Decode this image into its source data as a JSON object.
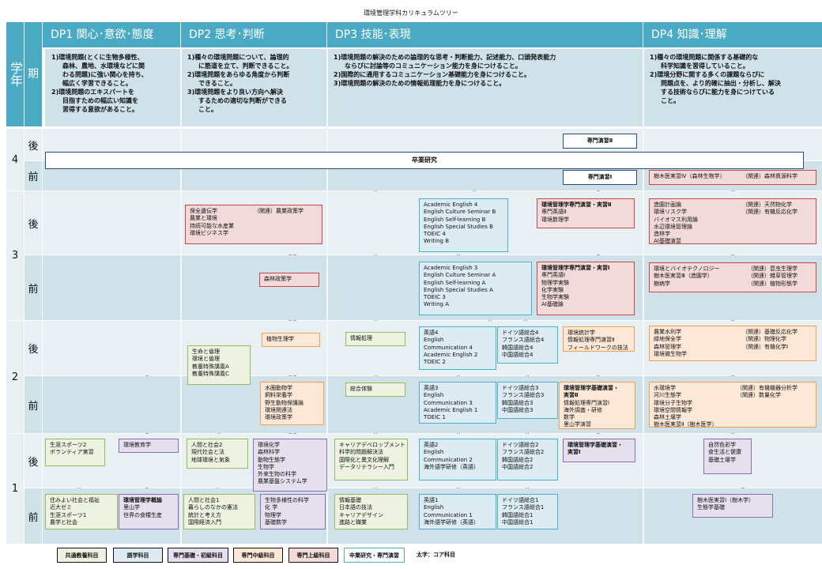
{
  "title": "環境管理学科カリキュラムツリー",
  "header": {
    "year": "学年",
    "term": "期"
  },
  "dp": [
    {
      "label": "DP1 関心･意欲･態度",
      "desc": [
        "1)環境問題(とくに生物多様性、",
        "森林、農地、水環境などに関",
        "わる問題)に強い関心を持ち、",
        "幅広く学習できること。",
        "2)環境問題のエキスパートを",
        "目指すための幅広い知識を",
        "習得する意欲があること。"
      ],
      "first": [
        0,
        4
      ]
    },
    {
      "label": "DP2 思考･判断",
      "desc": [
        "1)種々の環境問題について、論理的",
        "に筋道を立て、判断できること。",
        "2)環境問題をあらゆる角度から判断",
        "できること。",
        "3)環境問題をより良い方向へ解決",
        "するための適切な判断ができる",
        "こと。"
      ],
      "first": [
        0,
        2,
        4
      ]
    },
    {
      "label": "DP3 技能･表現",
      "desc": [
        "1)環境問題の解決のための論理的な思考・判断能力、記述能力、口頭発表能力",
        "ならびに討論等のコミュニケーション能力を身につけること。",
        "2)国際的に通用するコミュニケーション基礎能力を身につけること。",
        "3)環境問題の解決のための情報処理能力を身につけること。"
      ],
      "first": [
        0,
        2,
        3
      ]
    },
    {
      "label": "DP4 知識･理解",
      "desc": [
        "1)種々の環境問題に関係する基礎的な",
        "科学知識を習得していること。",
        "2)環境分野に関する多くの課題ならびに",
        "問題点を、より的確に抽出・分析し、解決",
        "する技術ならびに能力を身につけている",
        "こと。"
      ],
      "first": [
        0,
        2
      ]
    }
  ],
  "years": [
    "4",
    "3",
    "2",
    "1"
  ],
  "terms": {
    "late": "後",
    "early": "前"
  },
  "colors": {
    "header": "#4aaac4",
    "general": "#9aba5a",
    "language": "#4ab0cc",
    "basic": "#8a70ac",
    "intermediate": "#f4a050",
    "advanced": "#c84848",
    "research": "#2a4a7a",
    "connector": "#b3a2cb"
  },
  "boxes": [
    {
      "id": "sotsuken",
      "cat": "research",
      "lines": [
        "卒業研究"
      ]
    },
    {
      "id": "senmon2",
      "cat": "research",
      "lines": [
        "専門演習Ⅱ"
      ]
    },
    {
      "id": "senmon1",
      "cat": "research",
      "lines": [
        "専門演習Ⅰ"
      ]
    },
    {
      "id": "jumoku4",
      "cat": "adv",
      "lines": [
        "樹木医実習Ⅳ（森林生物学）"
      ],
      "related": [
        "（関連）森林資源科学"
      ]
    },
    {
      "id": "hozen",
      "cat": "adv",
      "lines": [
        "保全遺伝学",
        "農業と環境",
        "持続可能な水産業",
        "環境ビジネス学"
      ],
      "related": [
        "（関連）農業政策学"
      ]
    },
    {
      "id": "shinrinseisaku",
      "cat": "adv",
      "lines": [
        "森林政策学"
      ]
    },
    {
      "id": "ae4",
      "cat": "lang",
      "lines": [
        "Academic English 4",
        "English Culture Seminar B",
        "English Self-learning B",
        "English Special Studies B",
        "TOEIC 4",
        "Writing B"
      ]
    },
    {
      "id": "senmonjisshu2",
      "cat": "adv",
      "lines": [
        "環境管理学専門演習・実習Ⅱ",
        "専門英語Ⅱ",
        "環境数理学"
      ],
      "bold": [
        0
      ]
    },
    {
      "id": "zoen",
      "cat": "adv",
      "lines": [
        "造園計画論",
        "環境リスク学",
        "バイオマス利用論",
        "水辺環境管理論",
        "造林学",
        "AI基礎演習"
      ],
      "related": [
        "（関連）天然物化学",
        "（関連）有機反応化学"
      ]
    },
    {
      "id": "ae3",
      "cat": "lang",
      "lines": [
        "Academic English 3",
        "English Culture Seminar A",
        "English Self-learning A",
        "English Special Studies A",
        "TOEIC 3",
        "Writing A"
      ]
    },
    {
      "id": "senmonjisshu1",
      "cat": "adv",
      "lines": [
        "環境管理学専門演習・実習Ⅰ",
        "専門英語Ⅰ",
        "物理学実験",
        "化学実験",
        "生物学実験",
        "AI基礎論"
      ],
      "bold": [
        0
      ]
    },
    {
      "id": "bio",
      "cat": "adv",
      "lines": [
        "環境とバイオテクノロジー",
        "樹木医実習Ⅲ（造園学）",
        "樹病学"
      ],
      "related": [
        "（関連）昆虫生理学",
        "（関連）雑草管理学",
        "（関連）植物形態学"
      ]
    },
    {
      "id": "shokubutsuseiri",
      "cat": "mid",
      "lines": [
        "植物生理学"
      ]
    },
    {
      "id": "johoshori",
      "cat": "general",
      "lines": [
        "情報処理"
      ]
    },
    {
      "id": "seimei",
      "cat": "general",
      "lines": [
        "生命と倫理",
        "環境と倫理",
        "教養特殊講義A",
        "教養特殊講義C"
      ]
    },
    {
      "id": "eigo4",
      "cat": "lang",
      "lines": [
        "英語4",
        "English",
        "Communication 4",
        "Academic English 2",
        "TOEIC 2"
      ]
    },
    {
      "id": "doitsu4",
      "cat": "lang",
      "lines": [
        "ドイツ語総合4",
        "フランス語総合4",
        "韓国語総合4",
        "中国語総合4"
      ]
    },
    {
      "id": "tokei",
      "cat": "mid",
      "lines": [
        "環境統計学",
        "情報処理専門演習Ⅱ",
        "フィールドワークの技法"
      ]
    },
    {
      "id": "nogyosuiri",
      "cat": "mid",
      "lines": [
        "農業水利学",
        "緑地保全学",
        "森林管理学",
        "環境微生物学"
      ],
      "related": [
        "（関連）基礎反応化学",
        "（関連）物理化学",
        "（関連）有機化学Ⅰ"
      ]
    },
    {
      "id": "suiken",
      "cat": "mid",
      "lines": [
        "水圏動物学",
        "飼料栄養学",
        "野生動物保護論",
        "環境関連法",
        "環境政策学"
      ]
    },
    {
      "id": "sogotaiken",
      "cat": "general",
      "lines": [
        "総合体験"
      ]
    },
    {
      "id": "eigo3",
      "cat": "lang",
      "lines": [
        "英語3",
        "English",
        "Communication 3",
        "Academic English 1",
        "TOEIC 1"
      ]
    },
    {
      "id": "doitsu3",
      "cat": "lang",
      "lines": [
        "ドイツ語総合3",
        "フランス語総合3",
        "韓国語総合3",
        "中国語総合3"
      ]
    },
    {
      "id": "kisojisshu2",
      "cat": "mid",
      "lines": [
        "環境管理学基礎演習・",
        "実習Ⅱ",
        "情報処理専門演習Ⅰ",
        "海外調査・研修",
        "数学",
        "里山学演習"
      ],
      "bold": [
        0,
        1
      ]
    },
    {
      "id": "mizukankyo",
      "cat": "mid",
      "lines": [
        "水環境学",
        "河川生態学",
        "環境分子生物学",
        "環境空間情報学",
        "森林土壌学",
        "樹木医実習Ⅱ（樹木医学）"
      ],
      "related": [
        "（関連）有機機器分析学",
        "（関連）数量化学"
      ]
    },
    {
      "id": "sports2",
      "cat": "general",
      "lines": [
        "生涯スポーツ2",
        "ボランティア実習"
      ]
    },
    {
      "id": "kankyokyoiku",
      "cat": "basic",
      "lines": [
        "環境教育学"
      ]
    },
    {
      "id": "ningen2",
      "cat": "general",
      "lines": [
        "人間と社会2",
        "現代社会と法",
        "地球環境と気象"
      ]
    },
    {
      "id": "kankyokagaku",
      "cat": "basic",
      "lines": [
        "環境化学",
        "森林科学",
        "動物生態学",
        "生物学",
        "外来生物の科学",
        "農業基盤システム学"
      ]
    },
    {
      "id": "career",
      "cat": "general",
      "lines": [
        "キャリアデベロップメント",
        "科学的問題解決法",
        "国際化と異文化理解",
        "データリテラシー入門"
      ]
    },
    {
      "id": "eigo2",
      "cat": "lang",
      "lines": [
        "英語2",
        "English",
        "Communication 2",
        "海外語学研修（英語）"
      ]
    },
    {
      "id": "doitsu2",
      "cat": "lang",
      "lines": [
        "ドイツ語総合2",
        "フランス語総合2",
        "韓国語総合2",
        "中国語総合2"
      ]
    },
    {
      "id": "kisojisshu1",
      "cat": "basic",
      "lines": [
        "環境管理学基礎演習・",
        "実習Ⅰ"
      ],
      "bold": [
        0,
        1
      ]
    },
    {
      "id": "shizenshikisai",
      "cat": "basic",
      "lines": [
        "自然色彩学",
        "食生活と健康",
        "基礎土壌学"
      ]
    },
    {
      "id": "sumiyoi",
      "cat": "general",
      "lines": [
        "住みよい社会と福祉",
        "近大ゼミ",
        "生涯スポーツ1",
        "農学と社会"
      ]
    },
    {
      "id": "gairon",
      "cat": "basic",
      "lines": [
        "環境管理学概論",
        "里山学",
        "世界の食糧生産"
      ],
      "bold": [
        0
      ]
    },
    {
      "id": "ningen1",
      "cat": "general",
      "lines": [
        "人間と社会1",
        "暮らしのなかの憲法",
        "統計と考え方",
        "国際経済入門"
      ]
    },
    {
      "id": "tayosei",
      "cat": "basic",
      "lines": [
        "生物多様性の科学",
        "化 学",
        "物理学",
        "基礎数学"
      ]
    },
    {
      "id": "johokiso",
      "cat": "general",
      "lines": [
        "情報基礎",
        "日本語の技法",
        "キャリアデザイン",
        "進路と職業"
      ]
    },
    {
      "id": "eigo1",
      "cat": "lang",
      "lines": [
        "英語1",
        "English",
        "Communication 1",
        "海外語学研修（英語）"
      ]
    },
    {
      "id": "doitsu1",
      "cat": "lang",
      "lines": [
        "ドイツ語総合1",
        "フランス語総合1",
        "韓国語総合1",
        "中国語総合1"
      ]
    },
    {
      "id": "jumoku1",
      "cat": "basic",
      "lines": [
        "樹木医実習Ⅰ（樹木学）",
        "生態学基礎"
      ]
    }
  ],
  "legend": [
    {
      "cat": "general",
      "label": "共通教養科目"
    },
    {
      "cat": "lang",
      "label": "語学科目"
    },
    {
      "cat": "basic",
      "label": "専門基礎・初級科目"
    },
    {
      "cat": "mid",
      "label": "専門中級科目"
    },
    {
      "cat": "adv",
      "label": "専門上級科目"
    },
    {
      "cat": "research",
      "label": "卒業研究・専門演習"
    }
  ],
  "legend_note": "太字：コア科目"
}
